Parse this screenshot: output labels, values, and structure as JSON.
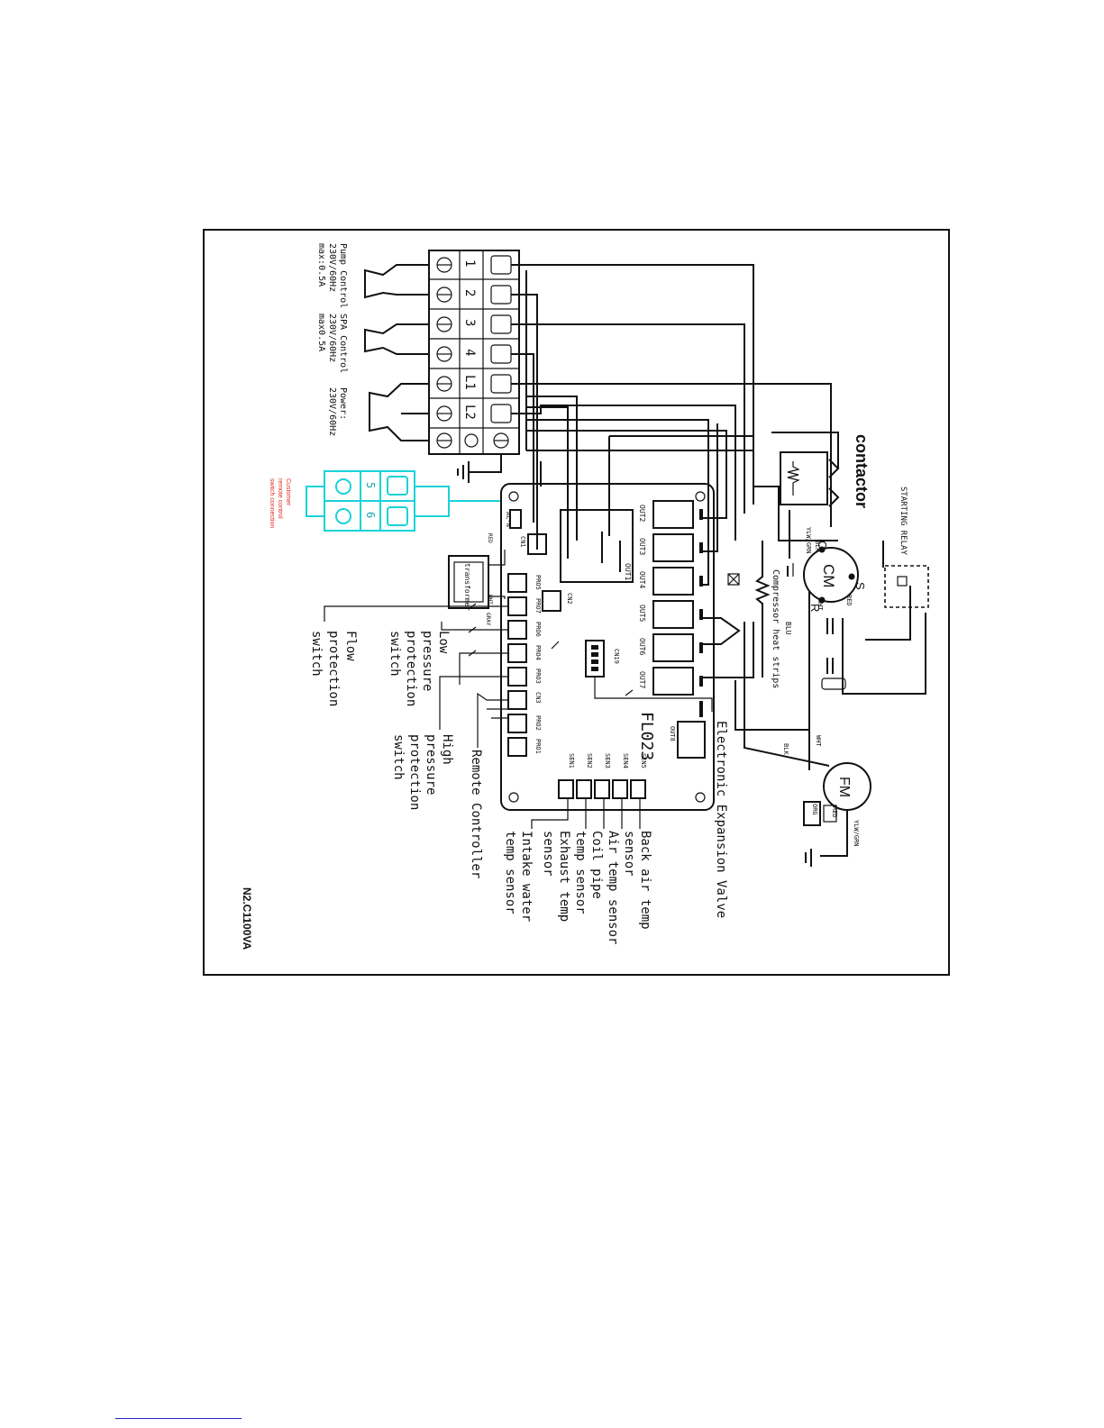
{
  "diagram": {
    "model": "N2.C1100VA",
    "board_name": "FL023",
    "terminals": [
      "1",
      "2",
      "3",
      "4",
      "L1",
      "L2"
    ],
    "pump_control": [
      "Pump Control",
      "230V/60Hz",
      "max:0.5A"
    ],
    "spa_control": [
      "SPA Control",
      "230V/60Hz",
      "max0.5A"
    ],
    "power": [
      "Power:",
      "230V/60Hz"
    ],
    "remote_switch_terminals": [
      "5",
      "6"
    ],
    "remote_switch_note": [
      "Customer",
      "remote control",
      "switch connection"
    ],
    "contactor": "contactor",
    "starting_relay": "STARTING RELAY",
    "compressor": "CM",
    "compressor_pins": {
      "c": "C",
      "s": "S",
      "r": "R"
    },
    "fan_motor": "FM",
    "outputs": [
      "OUT2",
      "OUT3",
      "OUT4",
      "OUT5",
      "OUT6",
      "OUT7"
    ],
    "out1": "OUT1",
    "out8": "OUT8",
    "pro_ports": [
      "PRO5",
      "PRO7",
      "PRO6",
      "PRO4",
      "PRO3",
      "CN3",
      "PRO2",
      "PRO1"
    ],
    "sensors": [
      "SEN1",
      "SEN2",
      "SEN3",
      "SEN4",
      "SEN5"
    ],
    "connectors": {
      "cn1": "CN1",
      "cn2": "CN2",
      "cn19": "CN19",
      "acn": "AC-N"
    },
    "transformer": "transformer",
    "wire_colors": {
      "blk": "BLK",
      "red": "RED",
      "blu": "BLU",
      "wht": "WHT",
      "ylw_grn": "YLW/GRN",
      "org": "ORG",
      "gray": "GRAY"
    },
    "labels": {
      "compressor_heat": "Compressor heat strips",
      "eev": "Electronic Expansion Valve",
      "remote_controller": "Remote Controller",
      "flow": [
        "Flow",
        "protection",
        "switch"
      ],
      "low_pressure": [
        "Low",
        "pressure",
        "protection",
        "switch"
      ],
      "high_pressure": [
        "High",
        "pressure",
        "protection",
        "switch"
      ],
      "back_air": [
        "Back air temp",
        "sensor"
      ],
      "air_temp": [
        "Air temp sensor"
      ],
      "coil_pipe": [
        "Coil pipe",
        "temp sensor"
      ],
      "exhaust": [
        "Exhaust temp",
        "sensor"
      ],
      "intake": [
        "Intake water",
        "temp sensor"
      ]
    },
    "colors": {
      "ink": "#111111",
      "remote": "#19d3d8",
      "note": "#e0302a"
    }
  }
}
